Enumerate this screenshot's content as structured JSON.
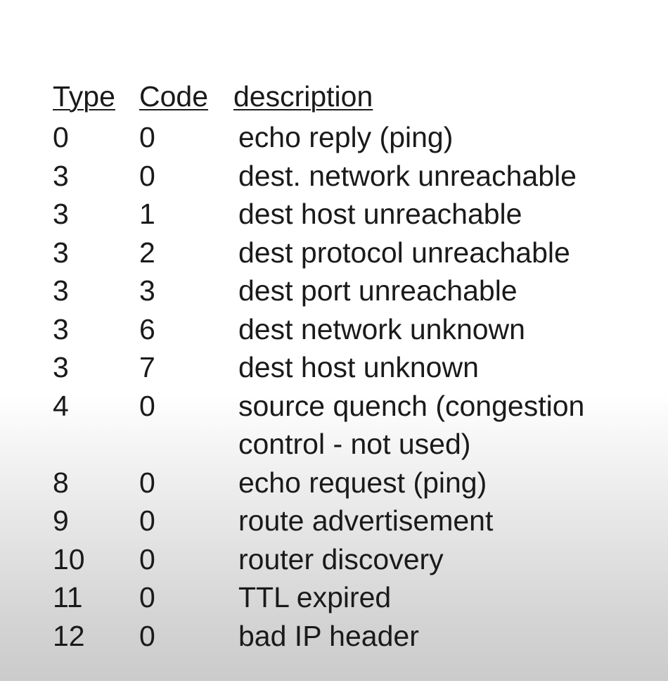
{
  "table": {
    "headers": {
      "type": "Type",
      "code": "Code",
      "description": "description"
    },
    "rows": [
      {
        "type": "0",
        "code": "0",
        "description": "echo reply (ping)"
      },
      {
        "type": "3",
        "code": "0",
        "description": "dest. network unreachable"
      },
      {
        "type": "3",
        "code": "1",
        "description": "dest host unreachable"
      },
      {
        "type": "3",
        "code": "2",
        "description": "dest protocol unreachable"
      },
      {
        "type": "3",
        "code": "3",
        "description": "dest port unreachable"
      },
      {
        "type": "3",
        "code": "6",
        "description": "dest network unknown"
      },
      {
        "type": "3",
        "code": "7",
        "description": "dest host unknown"
      },
      {
        "type": "4",
        "code": "0",
        "description": "source quench (congestion control - not used)"
      },
      {
        "type": "8",
        "code": "0",
        "description": "echo request (ping)"
      },
      {
        "type": "9",
        "code": "0",
        "description": "route advertisement"
      },
      {
        "type": "10",
        "code": "0",
        "description": "router discovery"
      },
      {
        "type": "11",
        "code": "0",
        "description": "TTL expired"
      },
      {
        "type": "12",
        "code": "0",
        "description": "bad IP header"
      }
    ]
  },
  "colors": {
    "text": "#1a1a1a",
    "background_top": "#ffffff",
    "background_bottom": "#cbcbcb"
  }
}
